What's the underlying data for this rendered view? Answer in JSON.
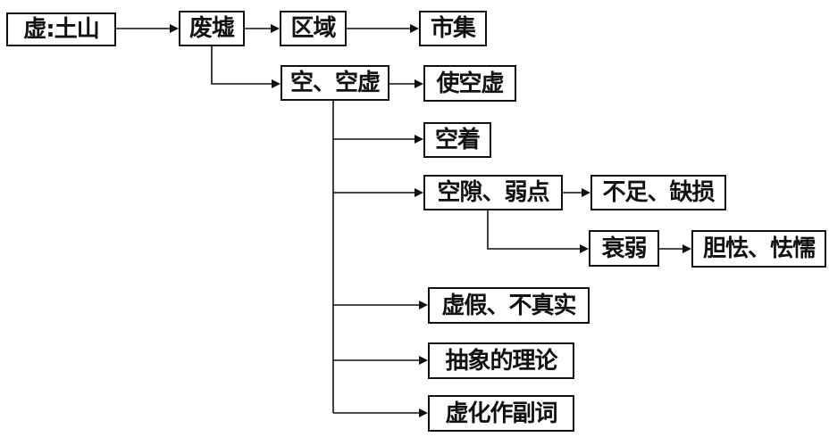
{
  "nodes": {
    "root": "虚:土山",
    "feixu": "废墟",
    "quyu": "区域",
    "shiji": "市集",
    "kongxu": "空、空虚",
    "shikongxu": "使空虚",
    "kongzhe": "空着",
    "kongxi": "空隙、弱点",
    "buzu": "不足、缺损",
    "shuairuo": "衰弱",
    "danqie": "胆怯、怯懦",
    "xujia": "虚假、不真实",
    "chouxiang": "抽象的理论",
    "xuhua": "虚化作副词"
  }
}
